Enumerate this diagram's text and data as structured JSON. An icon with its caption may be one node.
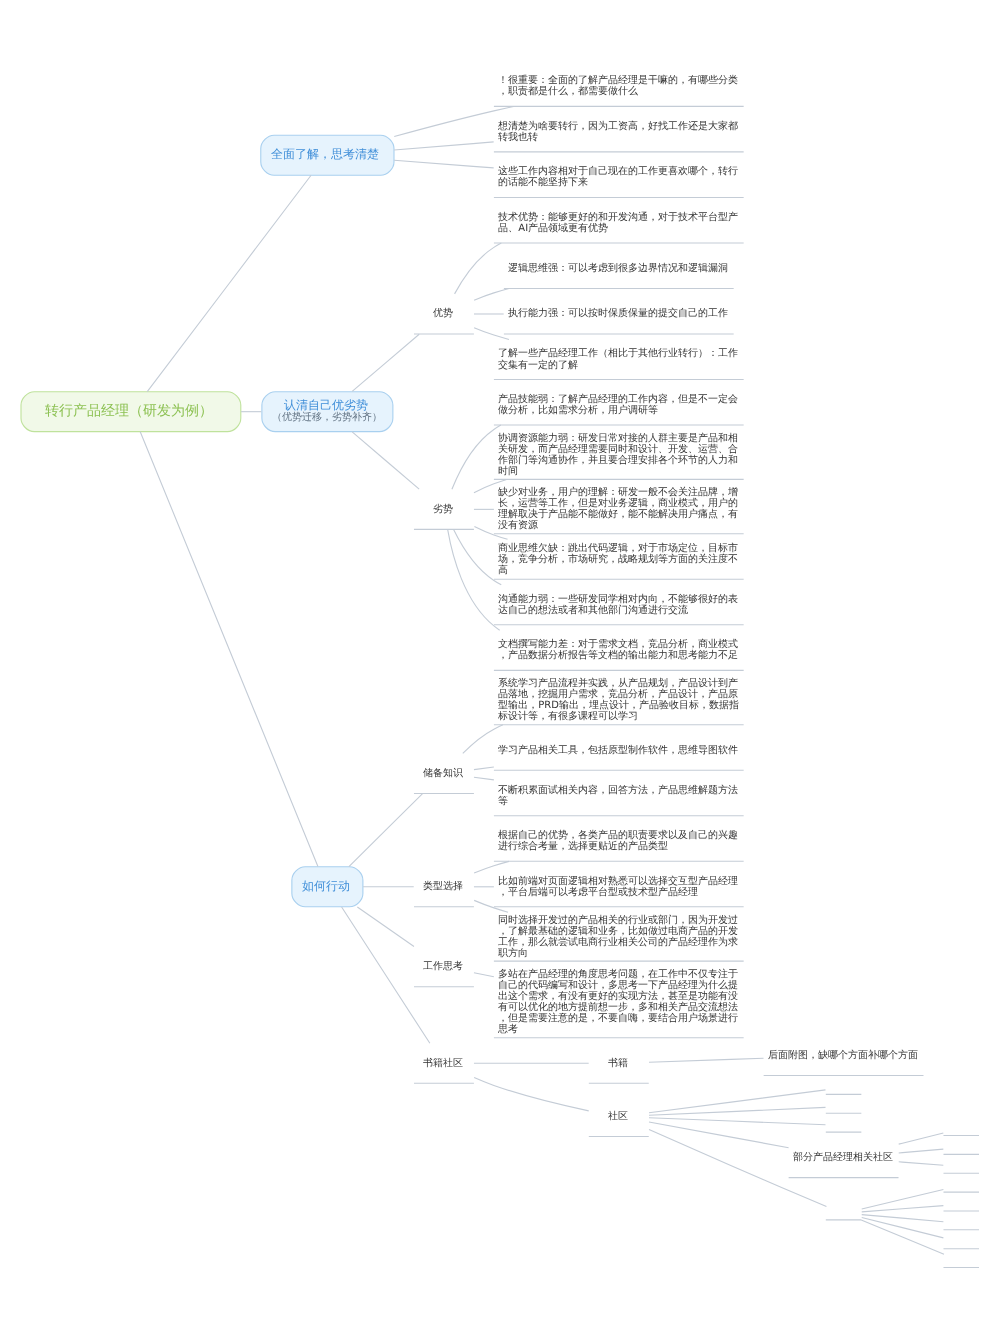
{
  "diagram": {
    "nodes": [
      {
        "text": [
          "转行产品经理（研发为例）"
        ]
      },
      {
        "text": [
          "全面了解，思考清楚"
        ]
      },
      {
        "text": [
          "！很重要：全面的了解产品经理是干嘛的，有哪些分类，职责都是什么，都需要做什么"
        ]
      },
      {
        "text": [
          "想清楚为啥要转行，因为工资高，好找工作还是大家都转我也转"
        ]
      },
      {
        "text": [
          "这些工作内容相对于自己现在的工作更喜欢哪个，转行的话能不能坚持下来"
        ]
      },
      {
        "text": [
          "认清自己优劣势",
          "（优势迁移，劣势补齐）"
        ]
      },
      {
        "text": [
          "优势"
        ]
      },
      {
        "text": [
          "技术优势：能够更好的和开发沟通，对于技术平台型产品、AI产品领域更有优势"
        ]
      },
      {
        "text": [
          "逻辑思维强：可以考虑到很多边界情况和逻辑漏洞"
        ]
      },
      {
        "text": [
          "执行能力强：可以按时保质保量的提交自己的工作"
        ]
      },
      {
        "text": [
          "了解一些产品经理工作（相比于其他行业转行）：工作交集有一定的了解"
        ]
      },
      {
        "text": [
          "劣势"
        ]
      },
      {
        "text": [
          "产品技能弱：了解产品经理的工作内容，但是不一定会做分析，比如需求分析，用户调研等"
        ]
      },
      {
        "text": [
          "协调资源能力弱：研发日常对接的人群主要是产品和相关研发，而产品经理需要同时和设计、开发、运营、合作部门等沟通协作，并且要合理安排各个环节的人力和时间"
        ]
      },
      {
        "text": [
          "缺少对业务，用户的理解：研发一般不会关注品牌，增长，运营等工作，但是对业务逻辑，商业模式，用户的理解取决于产品能不能做好，能不能解决用户痛点，有没有资源"
        ]
      },
      {
        "text": [
          "商业思维欠缺：跳出代码逻辑，对于市场定位，目标市场，竞争分析，市场研究，战略规划等方面的关注度不高"
        ]
      },
      {
        "text": [
          "沟通能力弱：一些研发同学相对内向，不能够很好的表达自己的想法或者和其他部门沟通进行交流"
        ]
      },
      {
        "text": [
          "文档撰写能力差：对于需求文档，竞品分析，商业模式，产品数据分析报告等文档的输出能力和思考能力不足"
        ]
      },
      {
        "text": [
          "如何行动"
        ]
      },
      {
        "text": [
          "储备知识"
        ]
      },
      {
        "text": [
          "系统学习产品流程并实践，从产品规划，产品设计到产品落地，挖掘用户需求，竞品分析，产品设计，产品原型输出，PRD输出，埋点设计，产品验收目标，数据指标设计等，有很多课程可以学习"
        ]
      },
      {
        "text": [
          "学习产品相关工具，包括原型制作软件，思维导图软件"
        ]
      },
      {
        "text": [
          "不断积累面试相关内容，回答方法，产品思维解题方法等"
        ]
      },
      {
        "text": [
          "类型选择"
        ]
      },
      {
        "text": [
          "根据自己的优势，各类产品的职责要求以及自己的兴趣进行综合考量，选择更贴近的产品类型"
        ]
      },
      {
        "text": [
          "比如前端对页面逻辑相对熟悉可以选择交互型产品经理，平台后端可以考虑平台型或技术型产品经理"
        ]
      },
      {
        "text": [
          "同时选择开发过的产品相关的行业或部门，因为开发过，了解最基础的逻辑和业务，比如做过电商产品的开发工作，那么就尝试电商行业相关公司的产品经理作为求职方向"
        ]
      },
      {
        "text": [
          "工作思考"
        ]
      },
      {
        "text": [
          "多站在产品经理的角度思考问题，在工作中不仅专注于自己的代码编写和设计，多思考一下产品经理为什么提出这个需求，有没有更好的实现方法，甚至是功能有没有可以优化的地方提前想一步，多和相关产品交流想法，但是需要注意的是，不要自嗨，要结合用户场景进行思考"
        ]
      },
      {
        "text": [
          "书籍社区"
        ]
      },
      {
        "text": [
          "书籍"
        ]
      },
      {
        "text": [
          "后面附图，缺哪个方面补哪个方面"
        ]
      },
      {
        "text": [
          "社区"
        ]
      },
      {
        "text": [],
        "shape": "line"
      },
      {
        "text": [],
        "shape": "line"
      },
      {
        "text": [],
        "shape": "line"
      },
      {
        "text": [
          "部分产品经理相关社区"
        ]
      },
      {
        "text": [],
        "shape": "line"
      },
      {
        "text": [],
        "shape": "line"
      },
      {
        "text": [],
        "shape": "line"
      },
      {
        "text": [],
        "shape": "line"
      },
      {
        "text": [],
        "shape": "line"
      },
      {
        "text": [],
        "shape": "line"
      },
      {
        "text": [],
        "shape": "line"
      },
      {
        "text": [],
        "shape": "line"
      },
      {
        "text": [],
        "shape": "line"
      }
    ],
    "edges": [
      {
        "from": 0,
        "to": 1,
        "arrow": "none"
      },
      {
        "from": 1,
        "to": 2,
        "arrow": "none"
      },
      {
        "from": 1,
        "to": 3,
        "arrow": "none"
      },
      {
        "from": 1,
        "to": 4,
        "arrow": "none"
      },
      {
        "from": 0,
        "to": 5,
        "arrow": "none"
      },
      {
        "from": 5,
        "to": 6,
        "arrow": "none"
      },
      {
        "from": 6,
        "to": 7,
        "arrow": "none"
      },
      {
        "from": 6,
        "to": 8,
        "arrow": "none"
      },
      {
        "from": 6,
        "to": 9,
        "arrow": "none"
      },
      {
        "from": 6,
        "to": 10,
        "arrow": "none"
      },
      {
        "from": 5,
        "to": 11,
        "arrow": "none"
      },
      {
        "from": 11,
        "to": 12,
        "arrow": "none"
      },
      {
        "from": 11,
        "to": 13,
        "arrow": "none"
      },
      {
        "from": 11,
        "to": 14,
        "arrow": "none"
      },
      {
        "from": 11,
        "to": 15,
        "arrow": "none"
      },
      {
        "from": 11,
        "to": 16,
        "arrow": "none"
      },
      {
        "from": 11,
        "to": 17,
        "arrow": "none"
      },
      {
        "from": 0,
        "to": 18,
        "arrow": "none"
      },
      {
        "from": 18,
        "to": 19,
        "arrow": "none"
      },
      {
        "from": 19,
        "to": 20,
        "arrow": "none"
      },
      {
        "from": 19,
        "to": 21,
        "arrow": "none"
      },
      {
        "from": 19,
        "to": 22,
        "arrow": "none"
      },
      {
        "from": 18,
        "to": 23,
        "arrow": "none"
      },
      {
        "from": 23,
        "to": 24,
        "arrow": "none"
      },
      {
        "from": 23,
        "to": 25,
        "arrow": "none"
      },
      {
        "from": 23,
        "to": 26,
        "arrow": "none"
      },
      {
        "from": 18,
        "to": 27,
        "arrow": "none"
      },
      {
        "from": 27,
        "to": 28,
        "arrow": "none"
      },
      {
        "from": 18,
        "to": 29,
        "arrow": "none"
      },
      {
        "from": 29,
        "to": 30,
        "arrow": "none"
      },
      {
        "from": 30,
        "to": 31,
        "arrow": "none"
      },
      {
        "from": 29,
        "to": 32,
        "arrow": "none"
      },
      {
        "from": 32,
        "to": 33,
        "arrow": "none"
      },
      {
        "from": 32,
        "to": 34,
        "arrow": "none"
      },
      {
        "from": 32,
        "to": 35,
        "arrow": "none"
      },
      {
        "from": 32,
        "to": 36,
        "arrow": "none"
      },
      {
        "from": 36,
        "to": 37,
        "arrow": "none"
      },
      {
        "from": 36,
        "to": 38,
        "arrow": "none"
      },
      {
        "from": 36,
        "to": 39,
        "arrow": "none"
      },
      {
        "from": 32,
        "to": 40,
        "arrow": "none"
      },
      {
        "from": 40,
        "to": 41,
        "arrow": "none"
      },
      {
        "from": 40,
        "to": 42,
        "arrow": "none"
      },
      {
        "from": 40,
        "to": 43,
        "arrow": "none"
      },
      {
        "from": 40,
        "to": 44,
        "arrow": "none"
      },
      {
        "from": 40,
        "to": 45,
        "arrow": "none"
      }
    ]
  }
}
